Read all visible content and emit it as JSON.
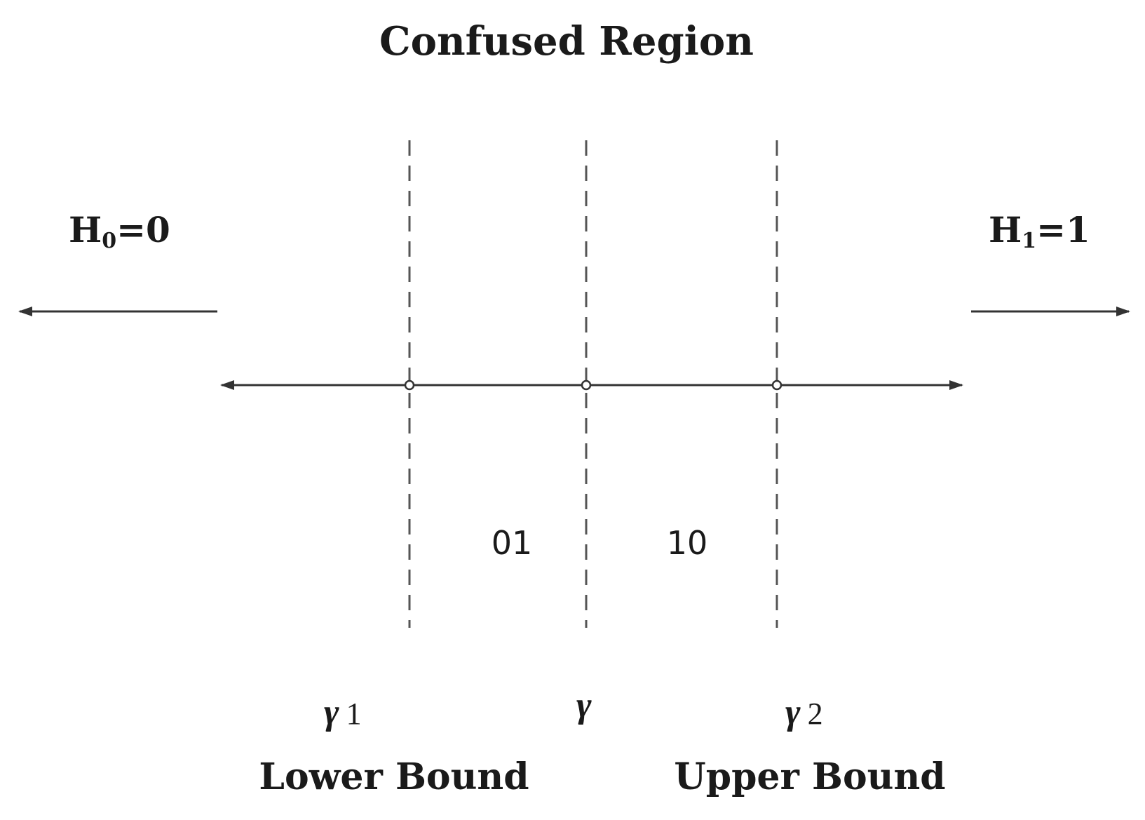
{
  "diagram": {
    "title": "Confused Region",
    "left_hypothesis": {
      "letter": "H",
      "subscript": "0",
      "rest": "=0"
    },
    "right_hypothesis": {
      "letter": "H",
      "subscript": "1",
      "rest": "=1"
    },
    "thresholds": [
      {
        "symbol": "γ",
        "index": "1",
        "caption": "Lower Bound"
      },
      {
        "symbol": "γ",
        "index": "",
        "caption": ""
      },
      {
        "symbol": "γ",
        "index": "2",
        "caption": "Upper Bound"
      }
    ],
    "region_labels": [
      "01",
      "10"
    ],
    "colors": {
      "line": "#333333",
      "dash": "#555555",
      "text": "#1a1a1a"
    }
  }
}
